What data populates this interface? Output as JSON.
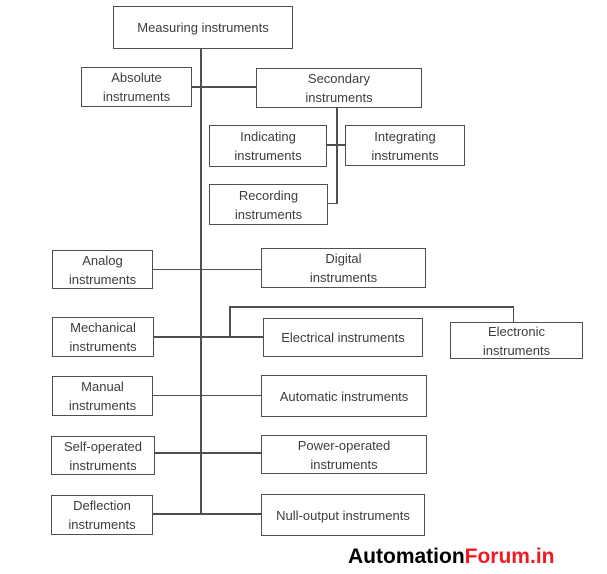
{
  "diagram": {
    "nodes": {
      "measuring": {
        "label": "Measuring instruments"
      },
      "absolute": {
        "label": "Absolute\ninstruments"
      },
      "secondary": {
        "label": "Secondary\ninstruments"
      },
      "indicating": {
        "label": "Indicating\ninstruments"
      },
      "integrating": {
        "label": "Integrating\ninstruments"
      },
      "recording": {
        "label": "Recording\ninstruments"
      },
      "analog": {
        "label": "Analog\ninstruments"
      },
      "digital": {
        "label": "Digital\ninstruments"
      },
      "mechanical": {
        "label": "Mechanical\ninstruments"
      },
      "electrical": {
        "label": "Electrical instruments"
      },
      "electronic": {
        "label": "Electronic\ninstruments"
      },
      "manual": {
        "label": "Manual\ninstruments"
      },
      "automatic": {
        "label": "Automatic instruments"
      },
      "self_operated": {
        "label": "Self-operated\ninstruments"
      },
      "power_operated": {
        "label": "Power-operated\ninstruments"
      },
      "deflection": {
        "label": "Deflection\ninstruments"
      },
      "null_output": {
        "label": "Null-output instruments"
      }
    },
    "edges": [
      [
        "measuring",
        "absolute"
      ],
      [
        "measuring",
        "secondary"
      ],
      [
        "secondary",
        "indicating"
      ],
      [
        "secondary",
        "integrating"
      ],
      [
        "secondary",
        "recording"
      ],
      [
        "measuring",
        "analog"
      ],
      [
        "analog",
        "digital"
      ],
      [
        "measuring",
        "mechanical"
      ],
      [
        "mechanical",
        "electrical"
      ],
      [
        "mechanical",
        "electronic"
      ],
      [
        "measuring",
        "manual"
      ],
      [
        "manual",
        "automatic"
      ],
      [
        "measuring",
        "self_operated"
      ],
      [
        "self_operated",
        "power_operated"
      ],
      [
        "measuring",
        "deflection"
      ],
      [
        "deflection",
        "null_output"
      ]
    ],
    "colors": {
      "box_border": "#4f4f4f",
      "connector": "#4f4f4f",
      "text": "#3d3d3d",
      "watermark_black": "#000000",
      "watermark_red": "#ed1c24",
      "background": "#ffffff"
    },
    "watermark": {
      "black_part": "Automation",
      "red_part": "Forum.in"
    }
  }
}
